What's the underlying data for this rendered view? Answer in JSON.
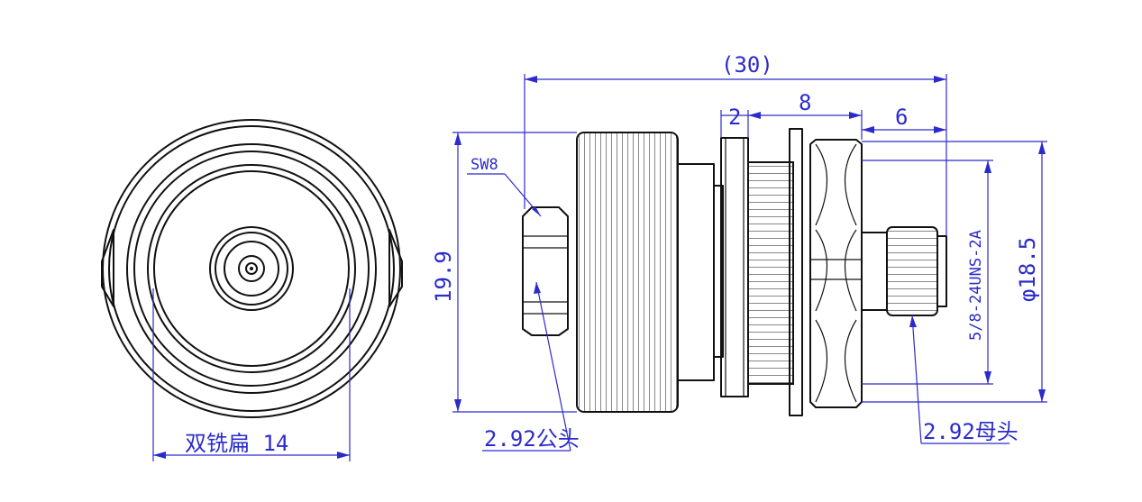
{
  "colors": {
    "dimension": "#2b2bcc",
    "outline": "#111111",
    "background": "#ffffff"
  },
  "dimensions": {
    "overall_length": "(30)",
    "flange_thickness": "2",
    "nut_length": "8",
    "tail_length": "6",
    "body_height": "19.9",
    "thread_spec": "5/8-24UNS-2A",
    "nut_diameter": "φ18.5",
    "wrench_size": "SW8",
    "flat_width": "双铣扁 14"
  },
  "callouts": {
    "male_label": "2.92公头",
    "female_label": "2.92母头"
  }
}
